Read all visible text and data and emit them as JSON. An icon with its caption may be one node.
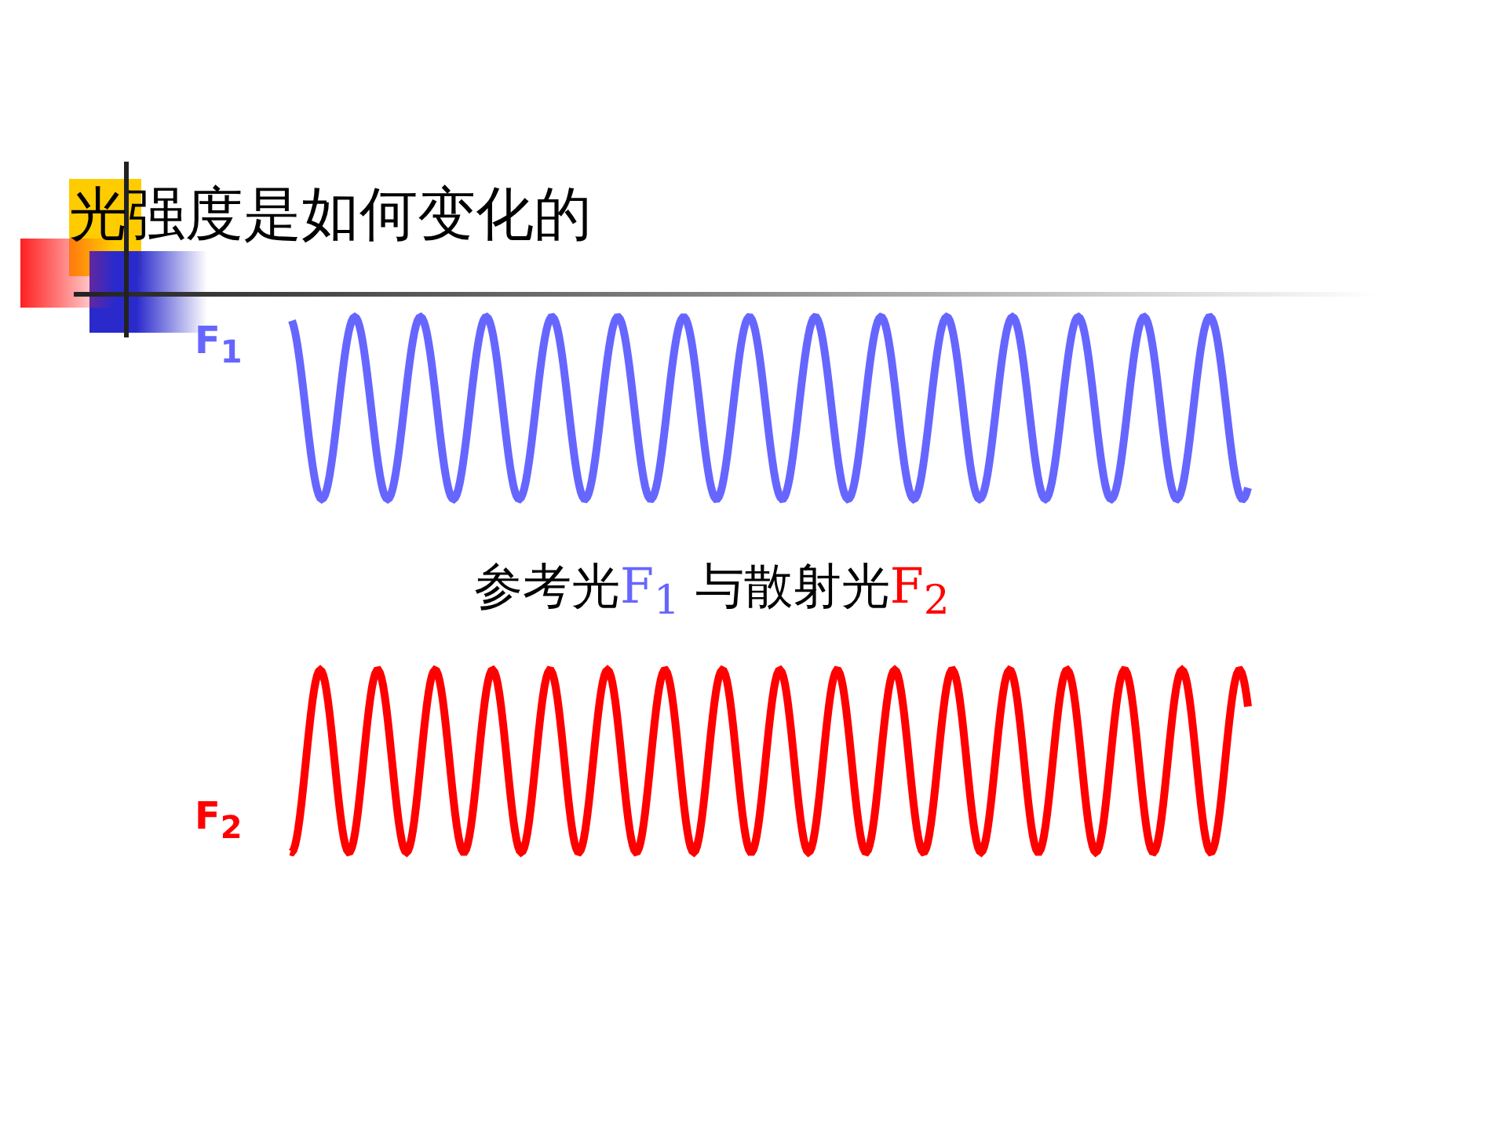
{
  "diagram": {
    "title": "光强度是如何变化的",
    "labels": [
      "F$_{1}$",
      "参考光F$_{1}$ 与散射光F$_{2}$",
      "F$_{2}$"
    ]
  }
}
